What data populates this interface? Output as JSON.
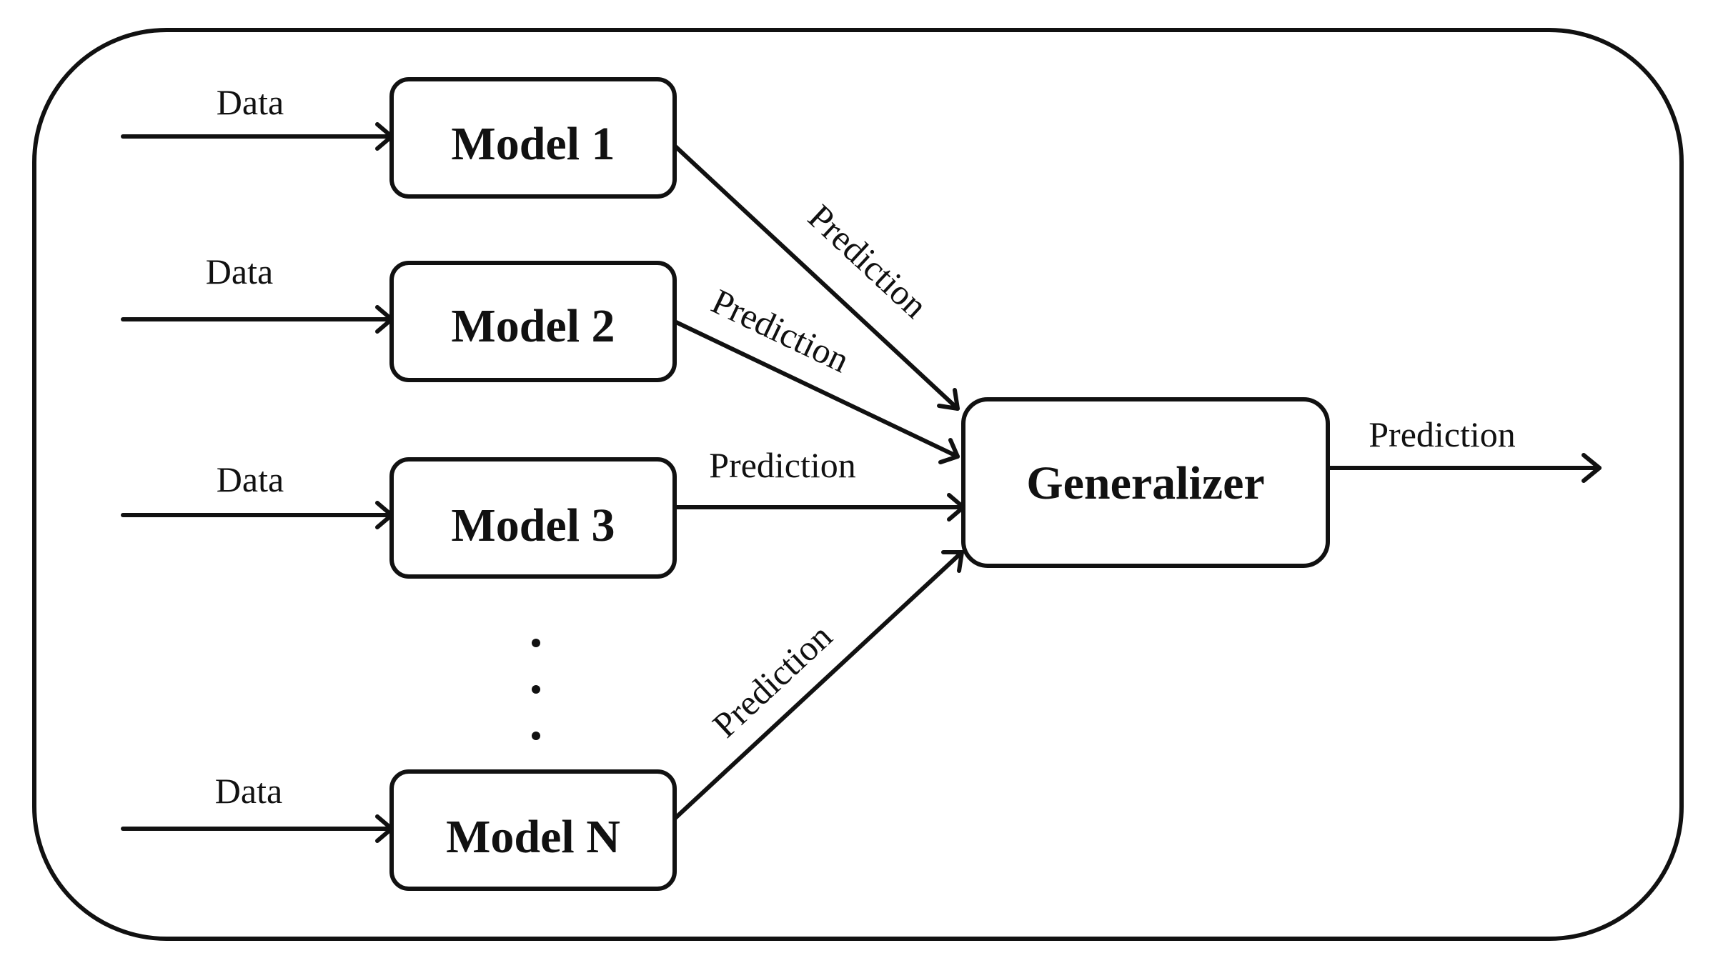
{
  "models": [
    {
      "label": "Model 1",
      "input_label": "Data",
      "output_label": "Prediction"
    },
    {
      "label": "Model 2",
      "input_label": "Data",
      "output_label": "Prediction"
    },
    {
      "label": "Model 3",
      "input_label": "Data",
      "output_label": "Prediction"
    },
    {
      "label": "Model N",
      "input_label": "Data",
      "output_label": "Prediction"
    }
  ],
  "generalizer": {
    "label": "Generalizer",
    "output_label": "Prediction"
  },
  "colors": {
    "stroke": "#111111",
    "background": "#ffffff"
  }
}
